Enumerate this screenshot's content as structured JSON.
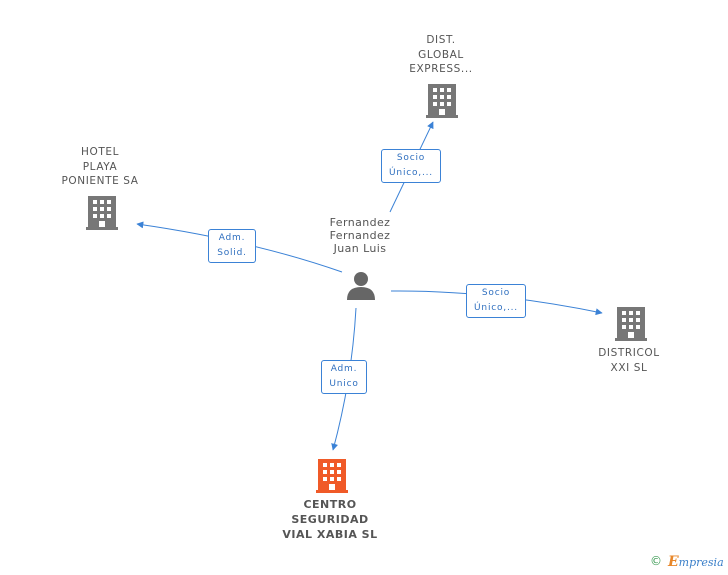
{
  "nodes": {
    "dist_global": {
      "label": "DIST.\nGLOBAL\nEXPRESS..."
    },
    "hotel_playa": {
      "label": "HOTEL\nPLAYA\nPONIENTE SA"
    },
    "person": {
      "label": "Fernandez\nFernandez\nJuan Luis"
    },
    "districol": {
      "label": "DISTRICOL\nXXI  SL"
    },
    "centro": {
      "label": "CENTRO\nSEGURIDAD\nVIAL XABIA SL"
    }
  },
  "edges": {
    "to_dist_global": {
      "label": "Socio\nÚnico,..."
    },
    "to_hotel": {
      "label": "Adm.\nSolid."
    },
    "to_districol": {
      "label": "Socio\nÚnico,..."
    },
    "to_centro": {
      "label": "Adm.\nUnico"
    }
  },
  "footer": {
    "copyright": "©",
    "brand_first": "E",
    "brand_rest": "mpresia"
  },
  "colors": {
    "building": "#777777",
    "building_main": "#f05a28",
    "person": "#666666",
    "edge": "#3b82d6"
  }
}
